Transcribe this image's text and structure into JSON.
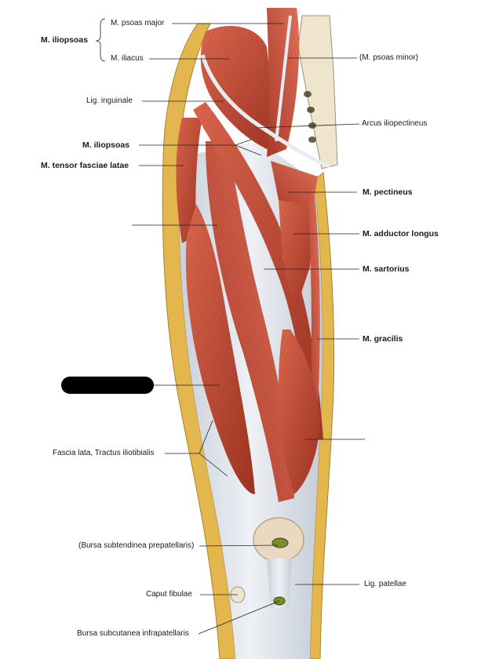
{
  "labels": {
    "iliopsoas_group": "M. iliopsoas",
    "psoas_major": "M. psoas major",
    "iliacus": "M. iliacus",
    "lig_inguinale": "Lig. inguinale",
    "iliopsoas": "M. iliopsoas",
    "tensor_fasciae_latae": "M. tensor fasciae latae",
    "psoas_minor": "(M. psoas minor)",
    "arcus_iliopectineus": "Arcus iliopectineus",
    "pectineus": "M. pectineus",
    "adductor_longus": "M. adductor longus",
    "sartorius": "M. sartorius",
    "gracilis": "M. gracilis",
    "fascia_lata": "Fascia lata, Tractus iliotibialis",
    "bursa_subtendinea": "(Bursa subtendinea prepatellaris)",
    "caput_fibulae": "Caput fibulae",
    "bursa_subcutanea": "Bursa subcutanea infrapatellaris",
    "lig_patellae": "Lig. patellae"
  },
  "colors": {
    "muscle": "#b8402e",
    "muscle_light": "#d9654c",
    "tendon": "#d8dde4",
    "fat": "#e3b64e",
    "bone": "#efe5cc",
    "leader": "#222222"
  }
}
